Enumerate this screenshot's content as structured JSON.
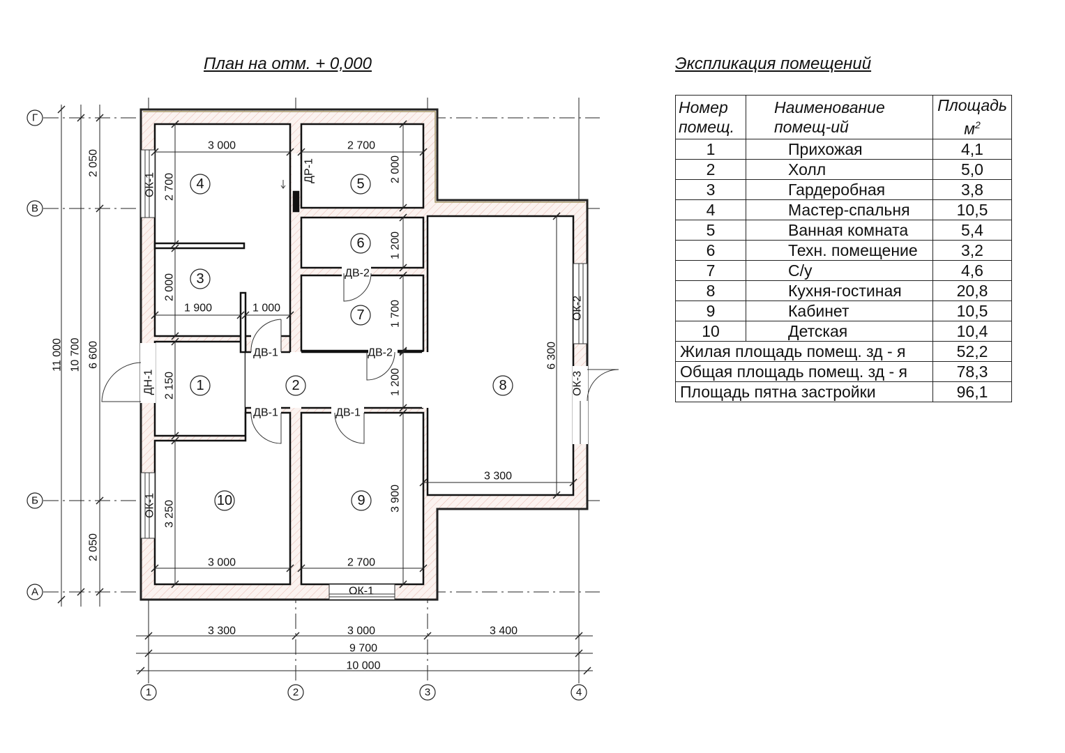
{
  "plan_title": "План на отм. + 0,000",
  "table_title": "Экспликация помещений",
  "table": {
    "headers": {
      "number": [
        "Номер",
        "помещ."
      ],
      "name": [
        "Наименование",
        "помещ-ий"
      ],
      "area": [
        "Площадь",
        "м",
        "2"
      ]
    },
    "rows": [
      {
        "num": "1",
        "name": "Прихожая",
        "area": "4,1"
      },
      {
        "num": "2",
        "name": "Холл",
        "area": "5,0"
      },
      {
        "num": "3",
        "name": "Гардеробная",
        "area": "3,8"
      },
      {
        "num": "4",
        "name": "Мастер-спальня",
        "area": "10,5"
      },
      {
        "num": "5",
        "name": "Ванная комната",
        "area": "5,4"
      },
      {
        "num": "6",
        "name": "Техн. помещение",
        "area": "3,2"
      },
      {
        "num": "7",
        "name": "С/у",
        "area": "4,6"
      },
      {
        "num": "8",
        "name": "Кухня-гостиная",
        "area": "20,8"
      },
      {
        "num": "9",
        "name": "Кабинет",
        "area": "10,5"
      },
      {
        "num": "10",
        "name": "Детская",
        "area": "10,4"
      }
    ],
    "totals": [
      {
        "label": "Жилая площадь помещ. зд - я",
        "area": "52,2"
      },
      {
        "label": "Общая площадь помещ. зд - я",
        "area": "78,3"
      },
      {
        "label": "Площадь пятна застройки",
        "area": "96,1"
      }
    ]
  },
  "plan": {
    "axes_rows": [
      "Г",
      "В",
      "Б",
      "А"
    ],
    "axes_cols": [
      "1",
      "2",
      "3",
      "4"
    ],
    "rooms": [
      "4",
      "5",
      "6",
      "3",
      "7",
      "1",
      "2",
      "8",
      "10",
      "9"
    ],
    "dims_h": [
      "3 000",
      "2 700",
      "1 900",
      "1 000",
      "3 300",
      "3 000",
      "2 700",
      "3 300",
      "3 000",
      "3 400",
      "9 700",
      "10 000"
    ],
    "dims_v": [
      "2 700",
      "2 000",
      "1 200",
      "1 700",
      "2 000",
      "2 150",
      "1 200",
      "6 300",
      "3 250",
      "3 900",
      "2 050",
      "2 050",
      "6 600",
      "10 700",
      "11 000"
    ],
    "openings_v": [
      "ОК-1",
      "ДР-1",
      "ДН-1",
      "ОК-1",
      "ОК-2",
      "ОК-3"
    ],
    "openings_h": [
      "ДВ-2",
      "ДВ-1",
      "ДВ-2",
      "ДВ-1",
      "ДВ-1",
      "ОК-1"
    ]
  }
}
